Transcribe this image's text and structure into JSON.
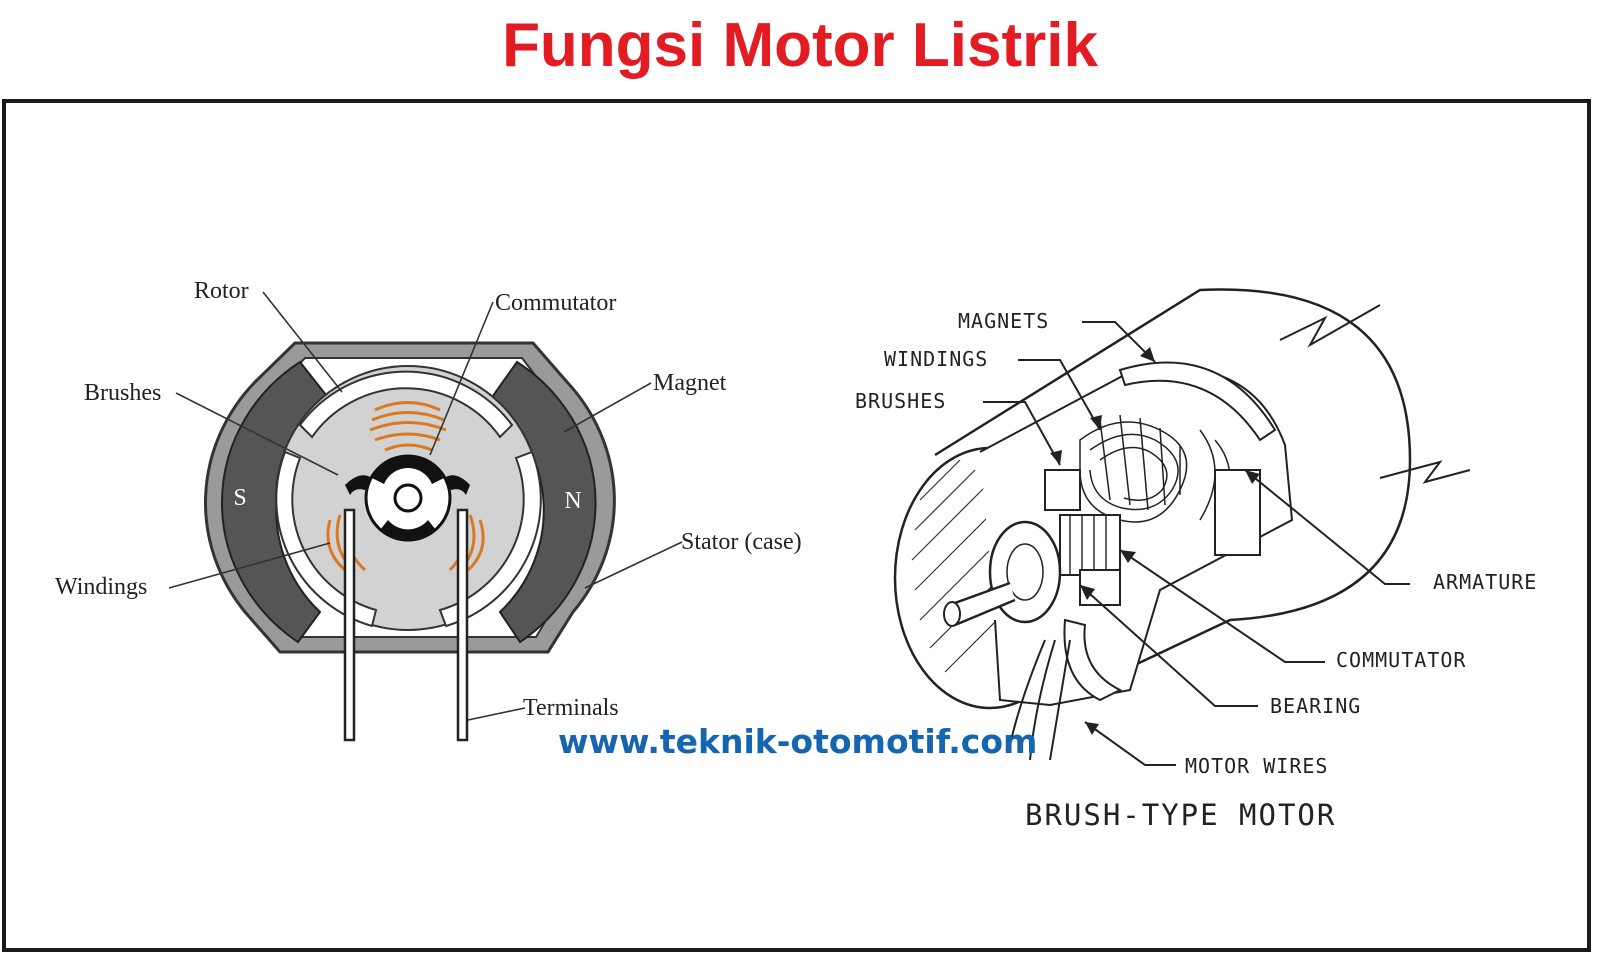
{
  "title": "Fungsi Motor Listrik",
  "left_diagram": {
    "labels": {
      "rotor": "Rotor",
      "commutator": "Commutator",
      "brushes": "Brushes",
      "magnet": "Magnet",
      "windings": "Windings",
      "stator": "Stator (case)",
      "terminals": "Terminals"
    },
    "pole_south": "S",
    "pole_north": "N"
  },
  "right_diagram": {
    "labels": {
      "magnets": "MAGNETS",
      "windings": "WINDINGS",
      "brushes": "BRUSHES",
      "armature": "ARMATURE",
      "commutator": "COMMUTATOR",
      "bearing": "BEARING",
      "motor_wires": "MOTOR WIRES"
    },
    "caption": "BRUSH-TYPE MOTOR"
  },
  "watermark": "www.teknik-otomotif.com",
  "colors": {
    "title": "#e31b23",
    "watermark": "#1565b0",
    "winding": "#d97a22",
    "magnet": "#555555",
    "case": "#9a9a9a",
    "rotor_fill": "#d2d2d2"
  }
}
